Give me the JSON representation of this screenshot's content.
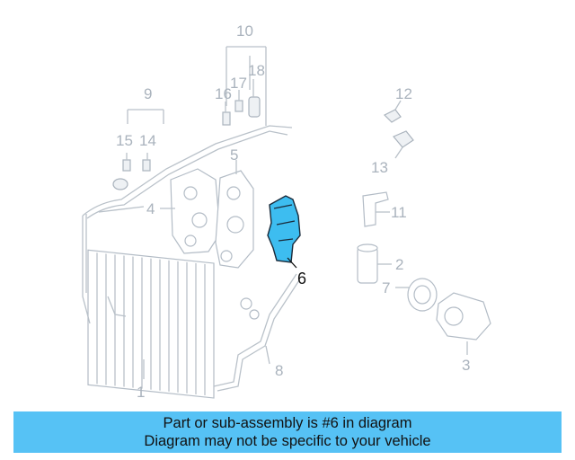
{
  "colors": {
    "highlight": "#3dbdf0",
    "banner": "#56c2f5",
    "line": "#b9c1c9"
  },
  "diagram": {
    "callouts": [
      {
        "id": "1",
        "label": "1"
      },
      {
        "id": "2",
        "label": "2"
      },
      {
        "id": "3",
        "label": "3"
      },
      {
        "id": "4",
        "label": "4"
      },
      {
        "id": "5",
        "label": "5"
      },
      {
        "id": "6",
        "label": "6"
      },
      {
        "id": "7",
        "label": "7"
      },
      {
        "id": "8",
        "label": "8"
      },
      {
        "id": "9",
        "label": "9"
      },
      {
        "id": "10",
        "label": "10"
      },
      {
        "id": "11",
        "label": "11"
      },
      {
        "id": "12",
        "label": "12"
      },
      {
        "id": "13",
        "label": "13"
      },
      {
        "id": "14",
        "label": "14"
      },
      {
        "id": "15",
        "label": "15"
      },
      {
        "id": "16",
        "label": "16"
      },
      {
        "id": "17",
        "label": "17"
      },
      {
        "id": "18",
        "label": "18"
      }
    ],
    "highlighted_part": "6"
  },
  "banner": {
    "line1": "Part or sub-assembly is #6 in diagram",
    "line2": "Diagram may not be specific to your vehicle"
  }
}
